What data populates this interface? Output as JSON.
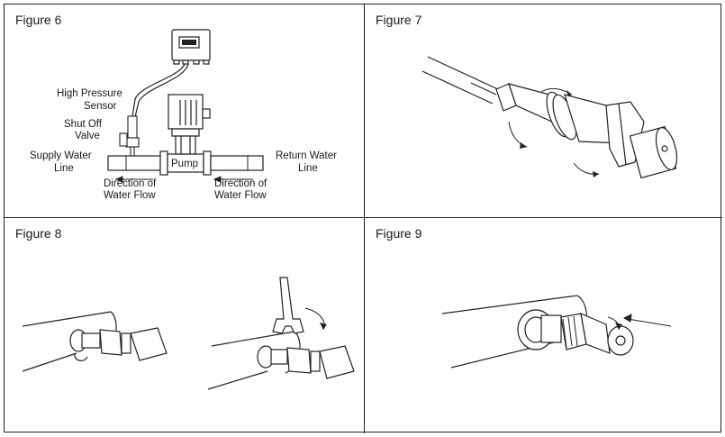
{
  "figures": [
    {
      "title": "Figure 6"
    },
    {
      "title": "Figure 7"
    },
    {
      "title": "Figure 8"
    },
    {
      "title": "Figure 9"
    }
  ],
  "fig6": {
    "high_pressure": "High Pressure",
    "sensor": "Sensor",
    "shut_off": "Shut Off",
    "valve": "Valve",
    "supply_water": "Supply Water",
    "supply_line": "Line",
    "return_water": "Return Water",
    "return_line": "Line",
    "pump": "Pump",
    "direction_of_1": "Direction of",
    "water_flow_1": "Water Flow",
    "direction_of_2": "Direction of",
    "water_flow_2": "Water Flow"
  }
}
